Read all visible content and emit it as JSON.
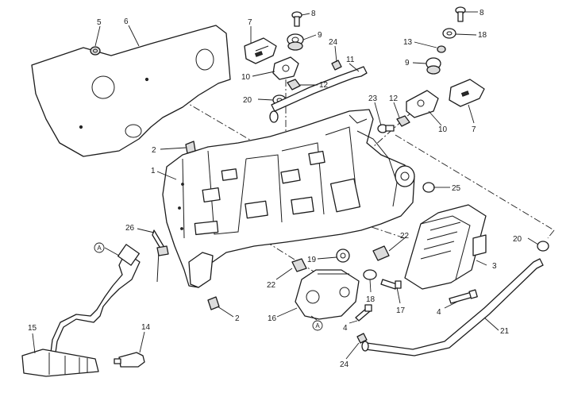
{
  "callouts": {
    "c1": "1",
    "c2a": "2",
    "c2b": "2",
    "c3": "3",
    "c4a": "4",
    "c4b": "4",
    "c5": "5",
    "c6": "6",
    "c7a": "7",
    "c7b": "7",
    "c8a": "8",
    "c8b": "8",
    "c9a": "9",
    "c9b": "9",
    "c10a": "10",
    "c10b": "10",
    "c11": "11",
    "c12a": "12",
    "c12b": "12",
    "c13": "13",
    "c14": "14",
    "c15": "15",
    "c16": "16",
    "c17": "17",
    "c18a": "18",
    "c18b": "18",
    "c19": "19",
    "c20a": "20",
    "c20b": "20",
    "c21": "21",
    "c22a": "22",
    "c22b": "22",
    "c23": "23",
    "c24a": "24",
    "c24b": "24",
    "c25": "25",
    "c26": "26"
  },
  "connectors": {
    "a1": "A",
    "a2": "A"
  }
}
